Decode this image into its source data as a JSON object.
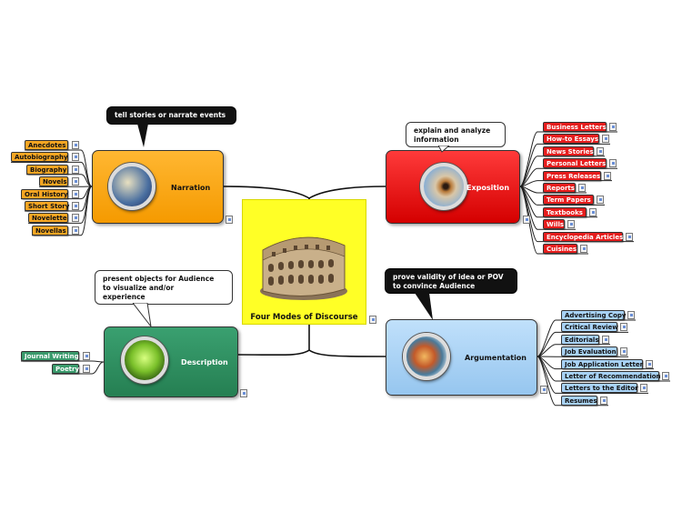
{
  "center": {
    "title": "Four Modes of Discourse",
    "image": "colosseum-image"
  },
  "narration": {
    "label": "Narration",
    "callout": "tell stories or narrate events",
    "color": "#f5a200",
    "icon": "cube-globe-icon",
    "leaves": [
      "Anecdotes",
      "Autobiography",
      "Biography",
      "Novels",
      "Oral History",
      "Short Story",
      "Novelette",
      "Novellas"
    ]
  },
  "exposition": {
    "label": "Exposition",
    "callout": "explain and analyze\ninformation",
    "color": "#e01010",
    "icon": "eye-icon",
    "leaves": [
      "Business Letters",
      "How-to Essays",
      "News Stories",
      "Personal Letters",
      "Press Releases",
      "Reports",
      "Term Papers",
      "Textbooks",
      "Wills",
      "Encyclopedia Articles",
      "Cuisines"
    ]
  },
  "description": {
    "label": "Description",
    "callout": "present objects for Audience\nto visualize and/or\nexperience",
    "color": "#2e8b57",
    "icon": "green-sphere-icon",
    "leaves": [
      "Journal Writing",
      "Poetry"
    ]
  },
  "argumentation": {
    "label": "Argumentation",
    "callout": "prove validity of idea or POV\nto convince Audience",
    "color": "#a8d2f5",
    "icon": "rooster-icon",
    "leaves": [
      "Advertising Copy",
      "Critical Review",
      "Editorials",
      "Job Evaluation",
      "Job Application Letter",
      "Letter of Recommendation",
      "Letters to the Editor",
      "Resumes"
    ]
  }
}
